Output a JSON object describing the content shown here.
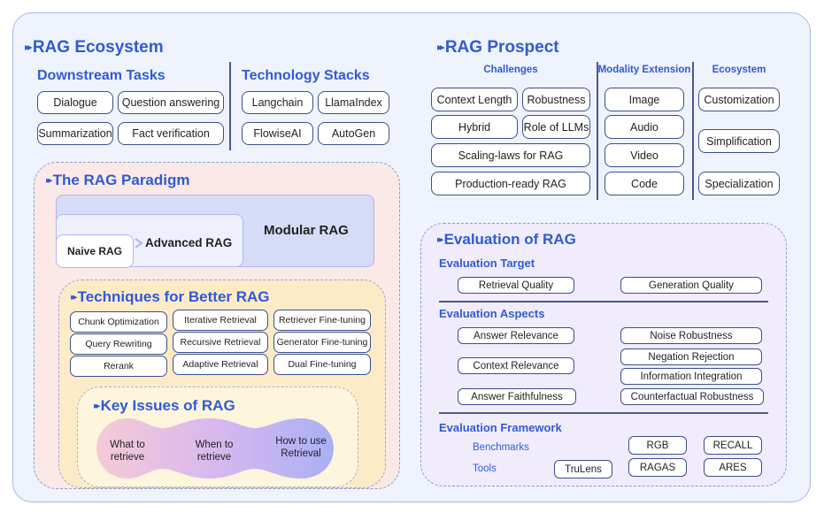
{
  "ecosystem": {
    "title": "RAG Ecosystem",
    "downstream": {
      "title": "Downstream Tasks",
      "items": [
        "Dialogue",
        "Question answering",
        "Summarization",
        "Fact verification"
      ]
    },
    "stacks": {
      "title": "Technology Stacks",
      "items": [
        "Langchain",
        "LlamaIndex",
        "FlowiseAI",
        "AutoGen"
      ]
    }
  },
  "prospect": {
    "title": "RAG Prospect",
    "challenges": {
      "title": "Challenges",
      "items": [
        "Context Length",
        "Robustness",
        "Hybrid",
        "Role of LLMs",
        "Scaling-laws for RAG",
        "Production-ready RAG"
      ]
    },
    "modality": {
      "title": "Modality Extension",
      "items": [
        "Image",
        "Audio",
        "Video",
        "Code"
      ]
    },
    "eco": {
      "title": "Ecosystem",
      "items": [
        "Customization",
        "Simplification",
        "Specialization"
      ]
    }
  },
  "paradigm": {
    "title": "The RAG Paradigm",
    "naive": "Naive RAG",
    "advanced": "Advanced RAG",
    "modular": "Modular RAG"
  },
  "techniques": {
    "title": "Techniques for Better RAG",
    "items": [
      "Chunk Optimization",
      "Iterative Retrieval",
      "Retriever Fine-tuning",
      "Query Rewriting",
      "Recursive Retrieval",
      "Generator Fine-tuning",
      "Rerank",
      "Adaptive Retrieval",
      "Dual Fine-tuning"
    ]
  },
  "key_issues": {
    "title": "Key Issues of RAG",
    "items": [
      "What to retrieve",
      "When to retrieve",
      "How to use Retrieval"
    ]
  },
  "evaluation": {
    "title": "Evaluation of RAG",
    "target": {
      "title": "Evaluation Target",
      "items": [
        "Retrieval Quality",
        "Generation Quality"
      ]
    },
    "aspects": {
      "title": "Evaluation Aspects",
      "items": [
        "Answer Relevance",
        "Context Relevance",
        "Answer Faithfulness",
        "Noise Robustness",
        "Negation Rejection",
        "Information Integration",
        "Counterfactual Robustness"
      ]
    },
    "framework": {
      "title": "Evaluation Framework",
      "benchmarks_label": "Benchmarks",
      "tools_label": "Tools",
      "benchmarks": [
        "RGB",
        "RECALL"
      ],
      "tools": [
        "TruLens",
        "RAGAS",
        "ARES"
      ]
    }
  },
  "colors": {
    "accent": "#2f5bd4",
    "frame": "#eef3fd",
    "paradigm_bg": "#fbe9e7",
    "techniques_bg": "#fdebc8",
    "evaluation_bg": "#f1ecfb"
  }
}
